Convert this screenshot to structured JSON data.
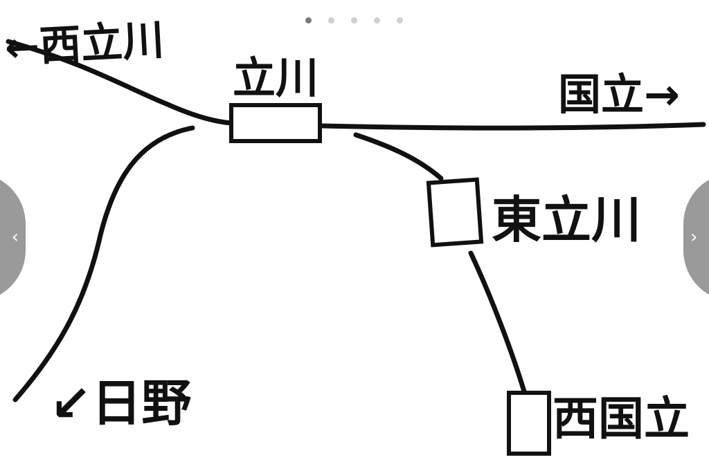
{
  "carousel": {
    "dot_count": 5,
    "active_index": 0,
    "prev_glyph": "‹",
    "next_glyph": "›"
  },
  "map": {
    "stations": {
      "tachikawa": "立川",
      "higashi_tachikawa": "東立川",
      "nishi_kunitachi": "西国立"
    },
    "directions": {
      "nishi_tachikawa": "←西立川",
      "hino": "↙日野",
      "kunitachi": "国立→"
    }
  },
  "colors": {
    "ink": "#111111",
    "background": "#ffffff",
    "nav_button": "#9a9a9a"
  }
}
